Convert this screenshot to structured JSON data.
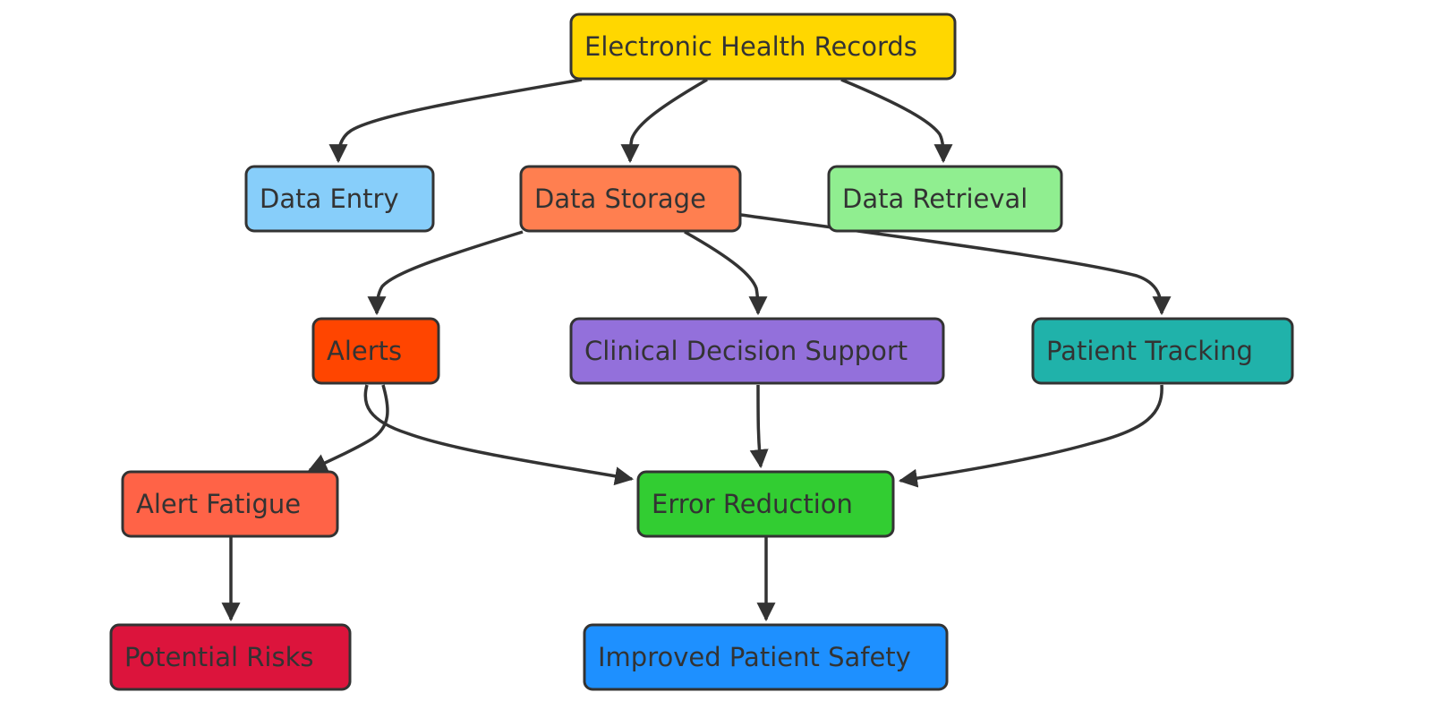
{
  "nodes": [
    {
      "id": "ehr",
      "label": "Electronic Health Records",
      "color": "#FFD700"
    },
    {
      "id": "entry",
      "label": "Data Entry",
      "color": "#87CEFA"
    },
    {
      "id": "storage",
      "label": "Data Storage",
      "color": "#FF7F50"
    },
    {
      "id": "retrieval",
      "label": "Data Retrieval",
      "color": "#90EE90"
    },
    {
      "id": "alerts",
      "label": "Alerts",
      "color": "#FF4500"
    },
    {
      "id": "cds",
      "label": "Clinical Decision Support",
      "color": "#9370DB"
    },
    {
      "id": "tracking",
      "label": "Patient Tracking",
      "color": "#20B2AA"
    },
    {
      "id": "fatigue",
      "label": "Alert Fatigue",
      "color": "#FF6347"
    },
    {
      "id": "error",
      "label": "Error Reduction",
      "color": "#32CD32"
    },
    {
      "id": "risks",
      "label": "Potential Risks",
      "color": "#DC143C"
    },
    {
      "id": "safety",
      "label": "Improved Patient Safety",
      "color": "#1E90FF"
    }
  ],
  "edges": [
    {
      "from": "ehr",
      "to": "entry"
    },
    {
      "from": "ehr",
      "to": "storage"
    },
    {
      "from": "ehr",
      "to": "retrieval"
    },
    {
      "from": "storage",
      "to": "alerts"
    },
    {
      "from": "storage",
      "to": "cds"
    },
    {
      "from": "storage",
      "to": "tracking"
    },
    {
      "from": "alerts",
      "to": "fatigue"
    },
    {
      "from": "alerts",
      "to": "error"
    },
    {
      "from": "cds",
      "to": "error"
    },
    {
      "from": "tracking",
      "to": "error"
    },
    {
      "from": "fatigue",
      "to": "risks"
    },
    {
      "from": "error",
      "to": "safety"
    }
  ]
}
